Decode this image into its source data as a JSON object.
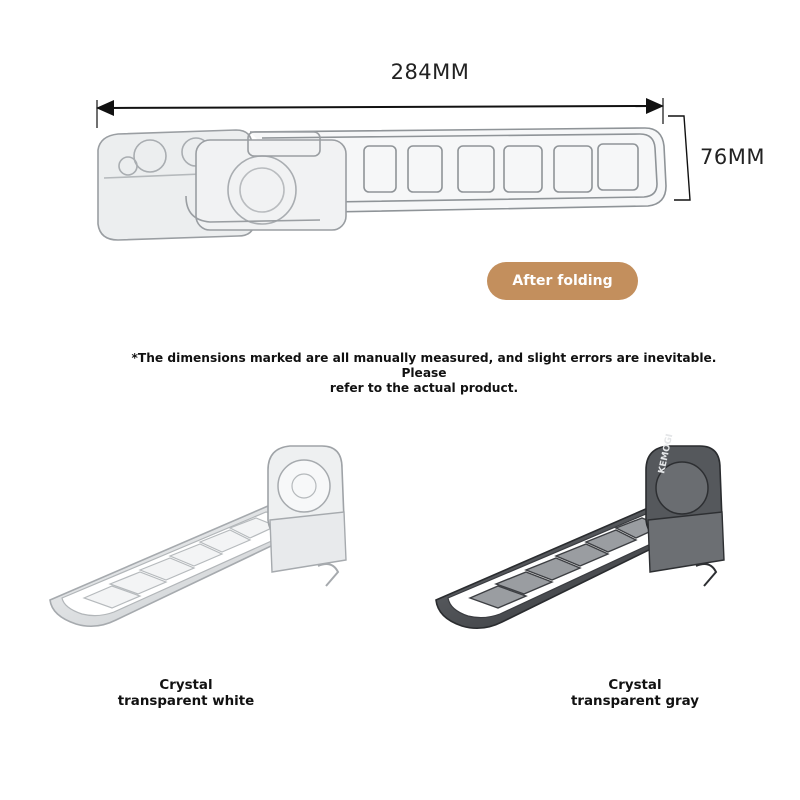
{
  "dimensions": {
    "width_label": "284MM",
    "height_label": "76MM"
  },
  "badge": {
    "label": "After folding",
    "color": "#c38f5d"
  },
  "disclaimer": {
    "line1": "*The dimensions marked are all manually measured, and slight errors are inevitable. Please",
    "line2": "refer to the actual product."
  },
  "variants": [
    {
      "line1": "Crystal",
      "line2": "transparent white",
      "color": "#cfd3d6"
    },
    {
      "line1": "Crystal",
      "line2": "transparent gray",
      "color": "#4a4c50"
    }
  ],
  "brand_mark": "KEMOGI"
}
